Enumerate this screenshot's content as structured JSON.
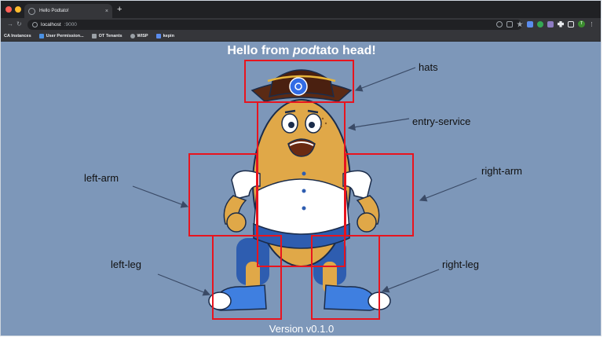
{
  "browser": {
    "tab_title": "Hello Podtato!",
    "tab_close": "×",
    "new_tab": "+",
    "url_host": "localhost",
    "url_port": ":9000",
    "avatar_letter": "T"
  },
  "bookmarks": [
    {
      "label": "CA Instances"
    },
    {
      "label": "User Permission..."
    },
    {
      "label": "OT Tenants"
    },
    {
      "label": "WISP"
    },
    {
      "label": "kepin"
    }
  ],
  "page": {
    "heading_pre": "Hello from ",
    "heading_em": "pod",
    "heading_post": "tato head!",
    "version": "Version v0.1.0"
  },
  "callouts": {
    "hats": "hats",
    "entry_service": "entry-service",
    "left_arm": "left-arm",
    "right_arm": "right-arm",
    "left_leg": "left-leg",
    "right_leg": "right-leg"
  },
  "colors": {
    "background": "#7d97b9",
    "highlight_box": "#e8141e",
    "arrow": "#3a4a66",
    "potato": "#e0a848",
    "hat": "#5b2a14",
    "shirt": "#ffffff",
    "pants": "#2e5db0",
    "shoe": "#3f7fe0"
  }
}
